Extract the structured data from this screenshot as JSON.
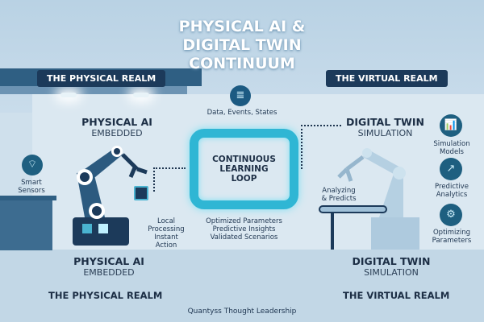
{
  "title": [
    "PHYSICAL AI &",
    "DIGITAL TWIN",
    "CONTINUUM"
  ],
  "physical": {
    "realm": "THE PHYSICAL REALM",
    "heading": "PHYSICAL AI",
    "subheading": "EMBEDDED",
    "sensors": "Smart Sensors",
    "processing": [
      "Local",
      "Processing",
      "Instant",
      "Action"
    ]
  },
  "loop": {
    "label": [
      "CONTINUOUS",
      "LEARNING",
      "LOOP"
    ],
    "top": "Data, Events, States",
    "bottom": [
      "Optimized Parameters",
      "Predictive Insights",
      "Validated Scenarios"
    ]
  },
  "virtual": {
    "realm": "THE VIRTUAL REALM",
    "heading": "DIGITAL TWIN",
    "subheading": "SIMULATION",
    "analyzing": [
      "Analyzing",
      "& Predicts"
    ],
    "features": [
      "Simulation Models",
      "Predictive Analytics",
      "Optimizing Parameters"
    ]
  },
  "footer": "Quantyss Thought Leadership",
  "colors": {
    "navy": "#1c3a5a",
    "teal": "#2fb6d4",
    "robot": "#2c5a7f"
  }
}
